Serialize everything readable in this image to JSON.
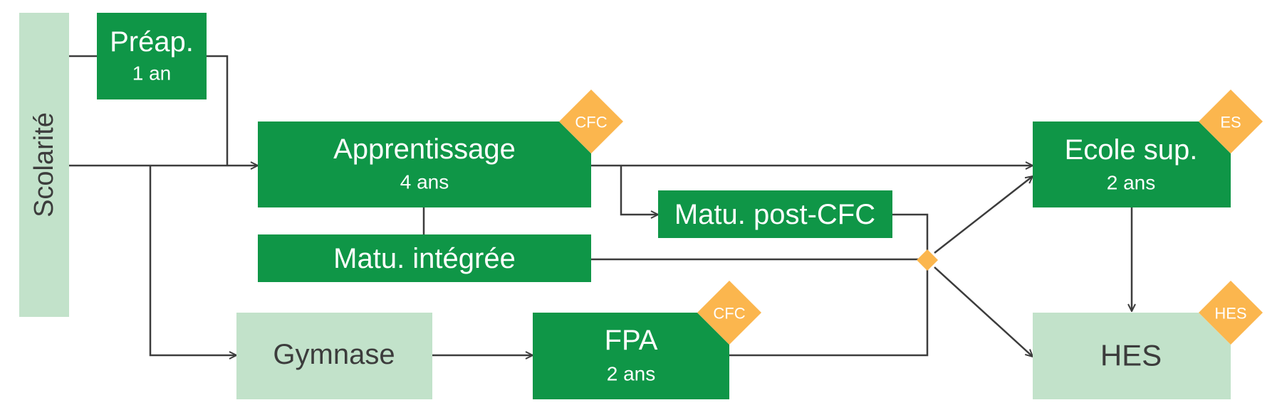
{
  "colors": {
    "dark_green": "#0f9647",
    "light_green": "#c2e2ca",
    "badge": "#fbb64e",
    "line": "#3c3c3c",
    "text_dark": "#3c3c3c",
    "text_light": "#ffffff"
  },
  "nodes": {
    "scolarite": {
      "label": "Scolarité"
    },
    "preap": {
      "label": "Préap.",
      "sub": "1 an"
    },
    "apprentissage": {
      "label": "Apprentissage",
      "sub": "4 ans"
    },
    "matu_integree": {
      "label": "Matu. intégrée"
    },
    "matu_post_cfc": {
      "label": "Matu. post-CFC"
    },
    "gymnase": {
      "label": "Gymnase"
    },
    "fpa": {
      "label": "FPA",
      "sub": "2 ans"
    },
    "ecole_sup": {
      "label": "Ecole sup.",
      "sub": "2 ans"
    },
    "hes": {
      "label": "HES"
    }
  },
  "badges": {
    "apprentissage": "CFC",
    "fpa": "CFC",
    "ecole_sup": "ES",
    "hes": "HES"
  }
}
